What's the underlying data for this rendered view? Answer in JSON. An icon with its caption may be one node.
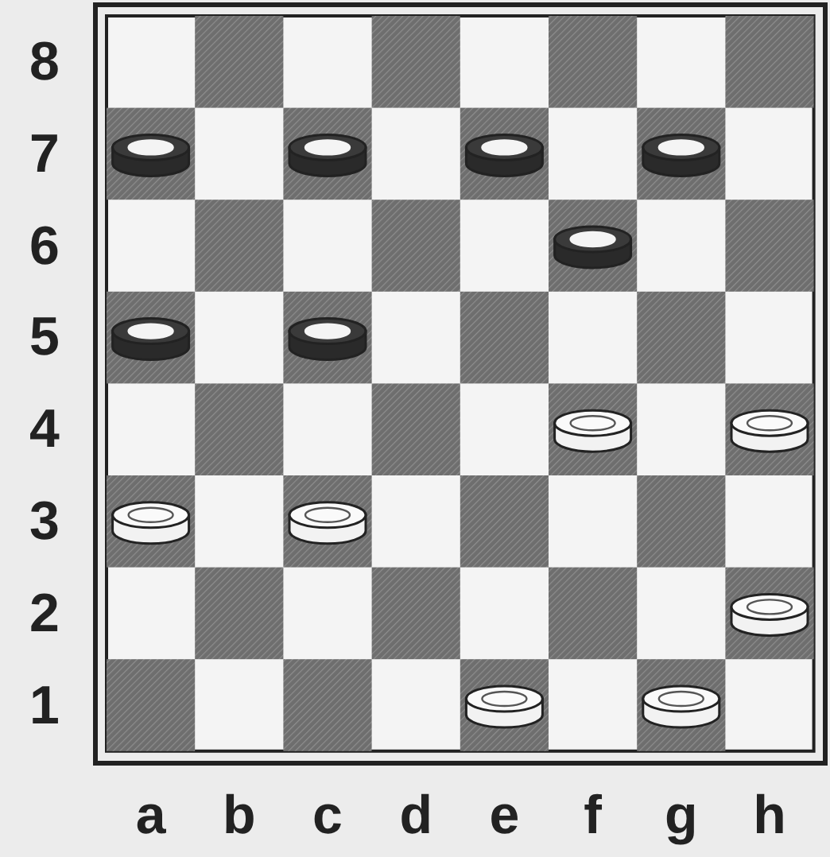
{
  "diagram": {
    "labels": [
      "8",
      "7",
      "6",
      "5",
      "4",
      "3",
      "2",
      "1",
      "a",
      "b",
      "c",
      "d",
      "e",
      "f",
      "g",
      "h"
    ]
  }
}
